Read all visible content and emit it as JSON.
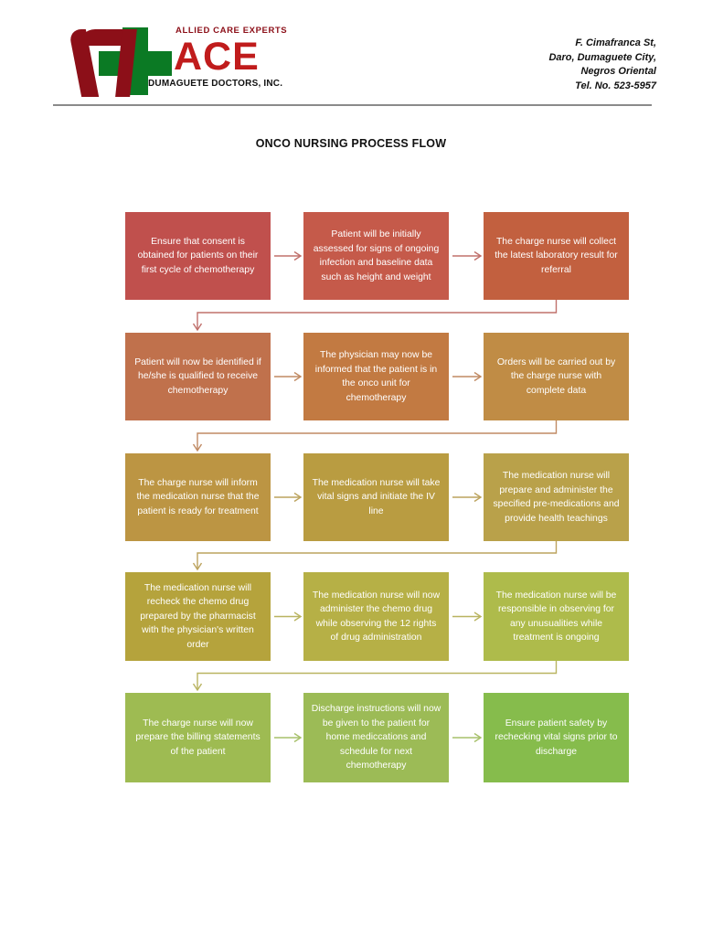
{
  "header": {
    "logo": {
      "tagline_top": "ALLIED CARE EXPERTS",
      "acronym": "ACE",
      "tagline_bottom": "DUMAGUETE DOCTORS, INC."
    },
    "address": {
      "line1": "F. Cimafranca St,",
      "line2": "Daro, Dumaguete City,",
      "line3": "Negros Oriental",
      "line4": "Tel. No. 523-5957"
    }
  },
  "title": "ONCO NURSING PROCESS FLOW",
  "chart_data": {
    "type": "diagram",
    "title": "ONCO NURSING PROCESS FLOW",
    "layout": "5 rows x 3 columns, serpentine left-to-right then drop-down",
    "nodes": [
      {
        "id": "n1",
        "row": 1,
        "col": 1,
        "text": "Ensure that consent is obtained for patients on their first cycle of chemotherapy",
        "color": "#C0504D"
      },
      {
        "id": "n2",
        "row": 1,
        "col": 2,
        "text": "Patient will be initially assessed for signs of ongoing infection and baseline data such as height and weight",
        "color": "#C55A4A"
      },
      {
        "id": "n3",
        "row": 1,
        "col": 3,
        "text": "The  charge nurse will collect the latest laboratory result for referral",
        "color": "#C2603F"
      },
      {
        "id": "n4",
        "row": 2,
        "col": 1,
        "text": "Patient will now be identified if he/she is qualified to receive chemotherapy",
        "color": "#C0714C"
      },
      {
        "id": "n5",
        "row": 2,
        "col": 2,
        "text": "The physician may now be informed that the patient is in the onco unit for chemotherapy",
        "color": "#C27A42"
      },
      {
        "id": "n6",
        "row": 2,
        "col": 3,
        "text": "Orders will be carried out by the charge nurse with complete data",
        "color": "#C08C45"
      },
      {
        "id": "n7",
        "row": 3,
        "col": 1,
        "text": "The charge nurse will inform the medication nurse that the patient is ready for treatment",
        "color": "#BC9543"
      },
      {
        "id": "n8",
        "row": 3,
        "col": 2,
        "text": "The medication nurse will take vital signs and initiate the IV line",
        "color": "#B99C41"
      },
      {
        "id": "n9",
        "row": 3,
        "col": 3,
        "text": "The medication nurse will prepare and administer the specified pre-medications and provide health teachings",
        "color": "#B9A14A"
      },
      {
        "id": "n10",
        "row": 4,
        "col": 1,
        "text": "The medication nurse will recheck the chemo drug prepared by the pharmacist with the physician's written order",
        "color": "#B5A33C"
      },
      {
        "id": "n11",
        "row": 4,
        "col": 2,
        "text": "The medication nurse will now administer the chemo drug while observing the 12 rights of drug administration",
        "color": "#B6B046"
      },
      {
        "id": "n12",
        "row": 4,
        "col": 3,
        "text": "The medication nurse will be responsible in observing  for any unusualities while treatment is ongoing",
        "color": "#AEBB4B"
      },
      {
        "id": "n13",
        "row": 5,
        "col": 1,
        "text": "The charge nurse will now prepare the billing statements of the patient",
        "color": "#9EBB52"
      },
      {
        "id": "n14",
        "row": 5,
        "col": 2,
        "text": "Discharge instructions will now be given to the patient for home mediccations and schedule for next chemotherapy",
        "color": "#9CBB56"
      },
      {
        "id": "n15",
        "row": 5,
        "col": 3,
        "text": "Ensure patient safety by rechecking vital signs prior to discharge",
        "color": "#86BC4C"
      }
    ],
    "edges": [
      {
        "from": "n1",
        "to": "n2",
        "kind": "horizontal"
      },
      {
        "from": "n2",
        "to": "n3",
        "kind": "horizontal"
      },
      {
        "from": "n3",
        "to": "n4",
        "kind": "elbow-down-left"
      },
      {
        "from": "n4",
        "to": "n5",
        "kind": "horizontal"
      },
      {
        "from": "n5",
        "to": "n6",
        "kind": "horizontal"
      },
      {
        "from": "n6",
        "to": "n7",
        "kind": "elbow-down-left"
      },
      {
        "from": "n7",
        "to": "n8",
        "kind": "horizontal"
      },
      {
        "from": "n8",
        "to": "n9",
        "kind": "horizontal"
      },
      {
        "from": "n9",
        "to": "n10",
        "kind": "elbow-down-left"
      },
      {
        "from": "n10",
        "to": "n11",
        "kind": "horizontal"
      },
      {
        "from": "n11",
        "to": "n12",
        "kind": "horizontal"
      },
      {
        "from": "n12",
        "to": "n13",
        "kind": "elbow-down-left"
      },
      {
        "from": "n13",
        "to": "n14",
        "kind": "horizontal"
      },
      {
        "from": "n14",
        "to": "n15",
        "kind": "horizontal"
      }
    ],
    "connector_colors": {
      "row1": "#C0706B",
      "row2": "#C08A63",
      "row3": "#BCA35E",
      "row4": "#B9B461",
      "row5": "#A7C06B"
    }
  }
}
